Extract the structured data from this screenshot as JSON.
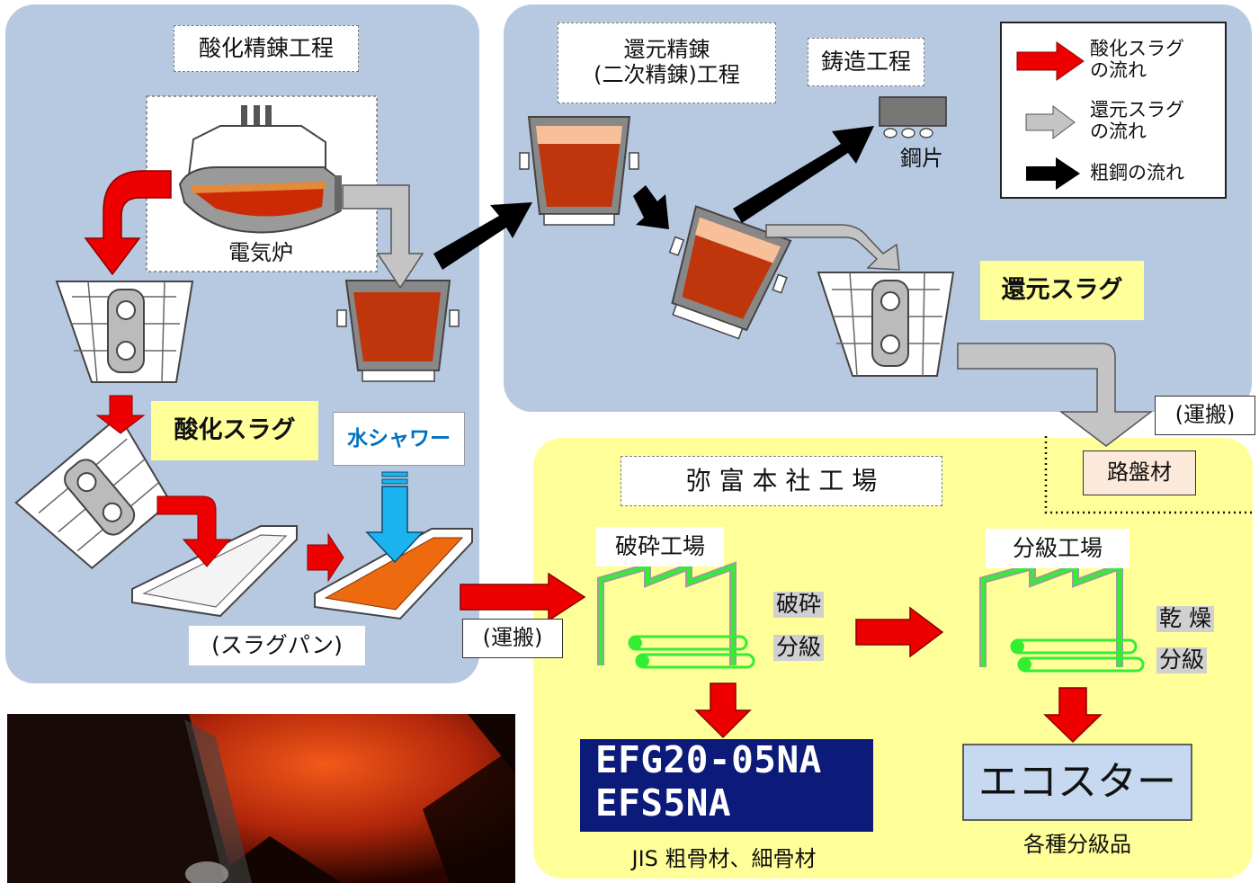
{
  "colors": {
    "panel_blue": "#b7c9e1",
    "panel_yellow": "#ffff99",
    "oxidized_slag_arrow": "#ee0000",
    "reduced_slag_arrow": "#bdbdbd",
    "crude_steel_arrow": "#000000",
    "molten_metal": "#c0360c",
    "slag_layer": "#f7c09a",
    "water": "#1cb4f0",
    "product_box": "#0c1a7a",
    "factory_green": "#33ee33"
  },
  "processes": {
    "oxidation_refining": "酸化精錬工程",
    "reduction_refining": "還元精錬\n(二次精錬)工程",
    "casting": "鋳造工程"
  },
  "equipment": {
    "electric_furnace": "電気炉",
    "billet": "鋼片",
    "slag_pan": "(スラグパン)",
    "water_shower": "水シャワー"
  },
  "legend": {
    "items": [
      {
        "label": "酸化スラグ\nの流れ",
        "icon": "red-arrow-icon"
      },
      {
        "label": "還元スラグ\nの流れ",
        "icon": "gray-arrow-icon"
      },
      {
        "label": "粗鋼の流れ",
        "icon": "black-arrow-icon"
      }
    ]
  },
  "slags": {
    "oxidized": "酸化スラグ",
    "reduced": "還元スラグ"
  },
  "transport": {
    "label_left": "(運搬)",
    "label_right": "(運搬)",
    "roadbed": "路盤材"
  },
  "headquarters": {
    "title": "弥 富 本 社 工 場",
    "crushing_plant": "破砕工場",
    "crushing_steps": [
      "破砕",
      "分級"
    ],
    "grading_plant": "分級工場",
    "grading_steps": [
      "乾 燥",
      "分級"
    ]
  },
  "products": {
    "efg_line1": "EFG20-05NA",
    "efg_line2": "EFS5NA",
    "efg_caption": "JIS 粗骨材、細骨材",
    "ecostar": "エコスター",
    "ecostar_caption": "各種分級品"
  }
}
